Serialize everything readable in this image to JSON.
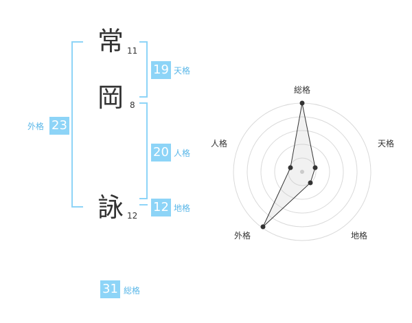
{
  "name": {
    "chars": [
      {
        "char": "常",
        "strokes": "11"
      },
      {
        "char": "岡",
        "strokes": "8"
      },
      {
        "char": "詠",
        "strokes": "12"
      }
    ]
  },
  "kakusu": {
    "tenkaku": {
      "value": "19",
      "label": "天格"
    },
    "jinkaku": {
      "value": "20",
      "label": "人格"
    },
    "chikaku": {
      "value": "12",
      "label": "地格"
    },
    "gaikaku": {
      "value": "23",
      "label": "外格"
    },
    "soukaku": {
      "value": "31",
      "label": "総格"
    }
  },
  "radar": {
    "labels": {
      "soukaku": "総格",
      "tenkaku": "天格",
      "chikaku": "地格",
      "gaikaku": "外格",
      "jinkaku": "人格"
    }
  },
  "colors": {
    "accent": "#8dd4f7",
    "label": "#5ab7e8",
    "text": "#333333"
  }
}
